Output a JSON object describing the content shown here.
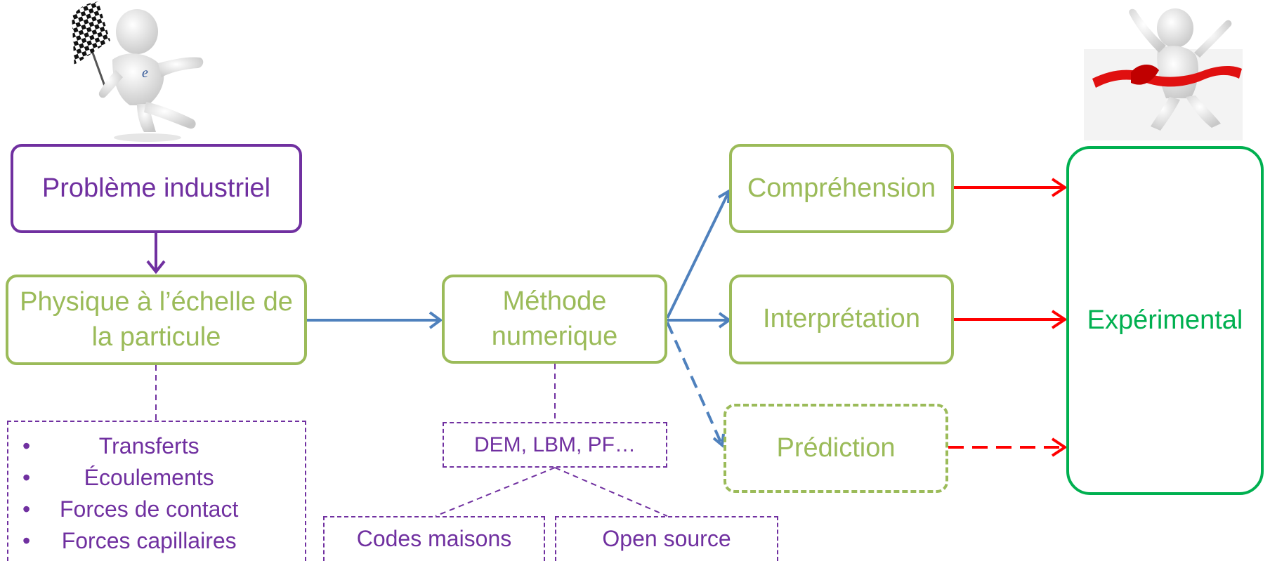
{
  "diagram": {
    "problem": "Problème industriel",
    "physics": "Physique à l’échelle de la particule",
    "method": "Méthode numerique",
    "understanding": "Compréhension",
    "interpretation": "Interprétation",
    "prediction": "Prédiction",
    "experimental": "Expérimental",
    "methods_list": "DEM, LBM, PF…",
    "in_house_codes": "Codes maisons",
    "open_source": "Open source",
    "physics_topics": [
      "Transferts",
      "Écoulements",
      "Forces de contact",
      "Forces capillaires"
    ]
  },
  "colors": {
    "purple": "#7030a0",
    "green": "#9bbb59",
    "blue": "#4f81bd",
    "red": "#ff0000",
    "exp_green": "#00b050"
  },
  "illustrations": [
    "starter-figure-with-checkered-flag",
    "runner-crossing-finish-ribbon"
  ]
}
